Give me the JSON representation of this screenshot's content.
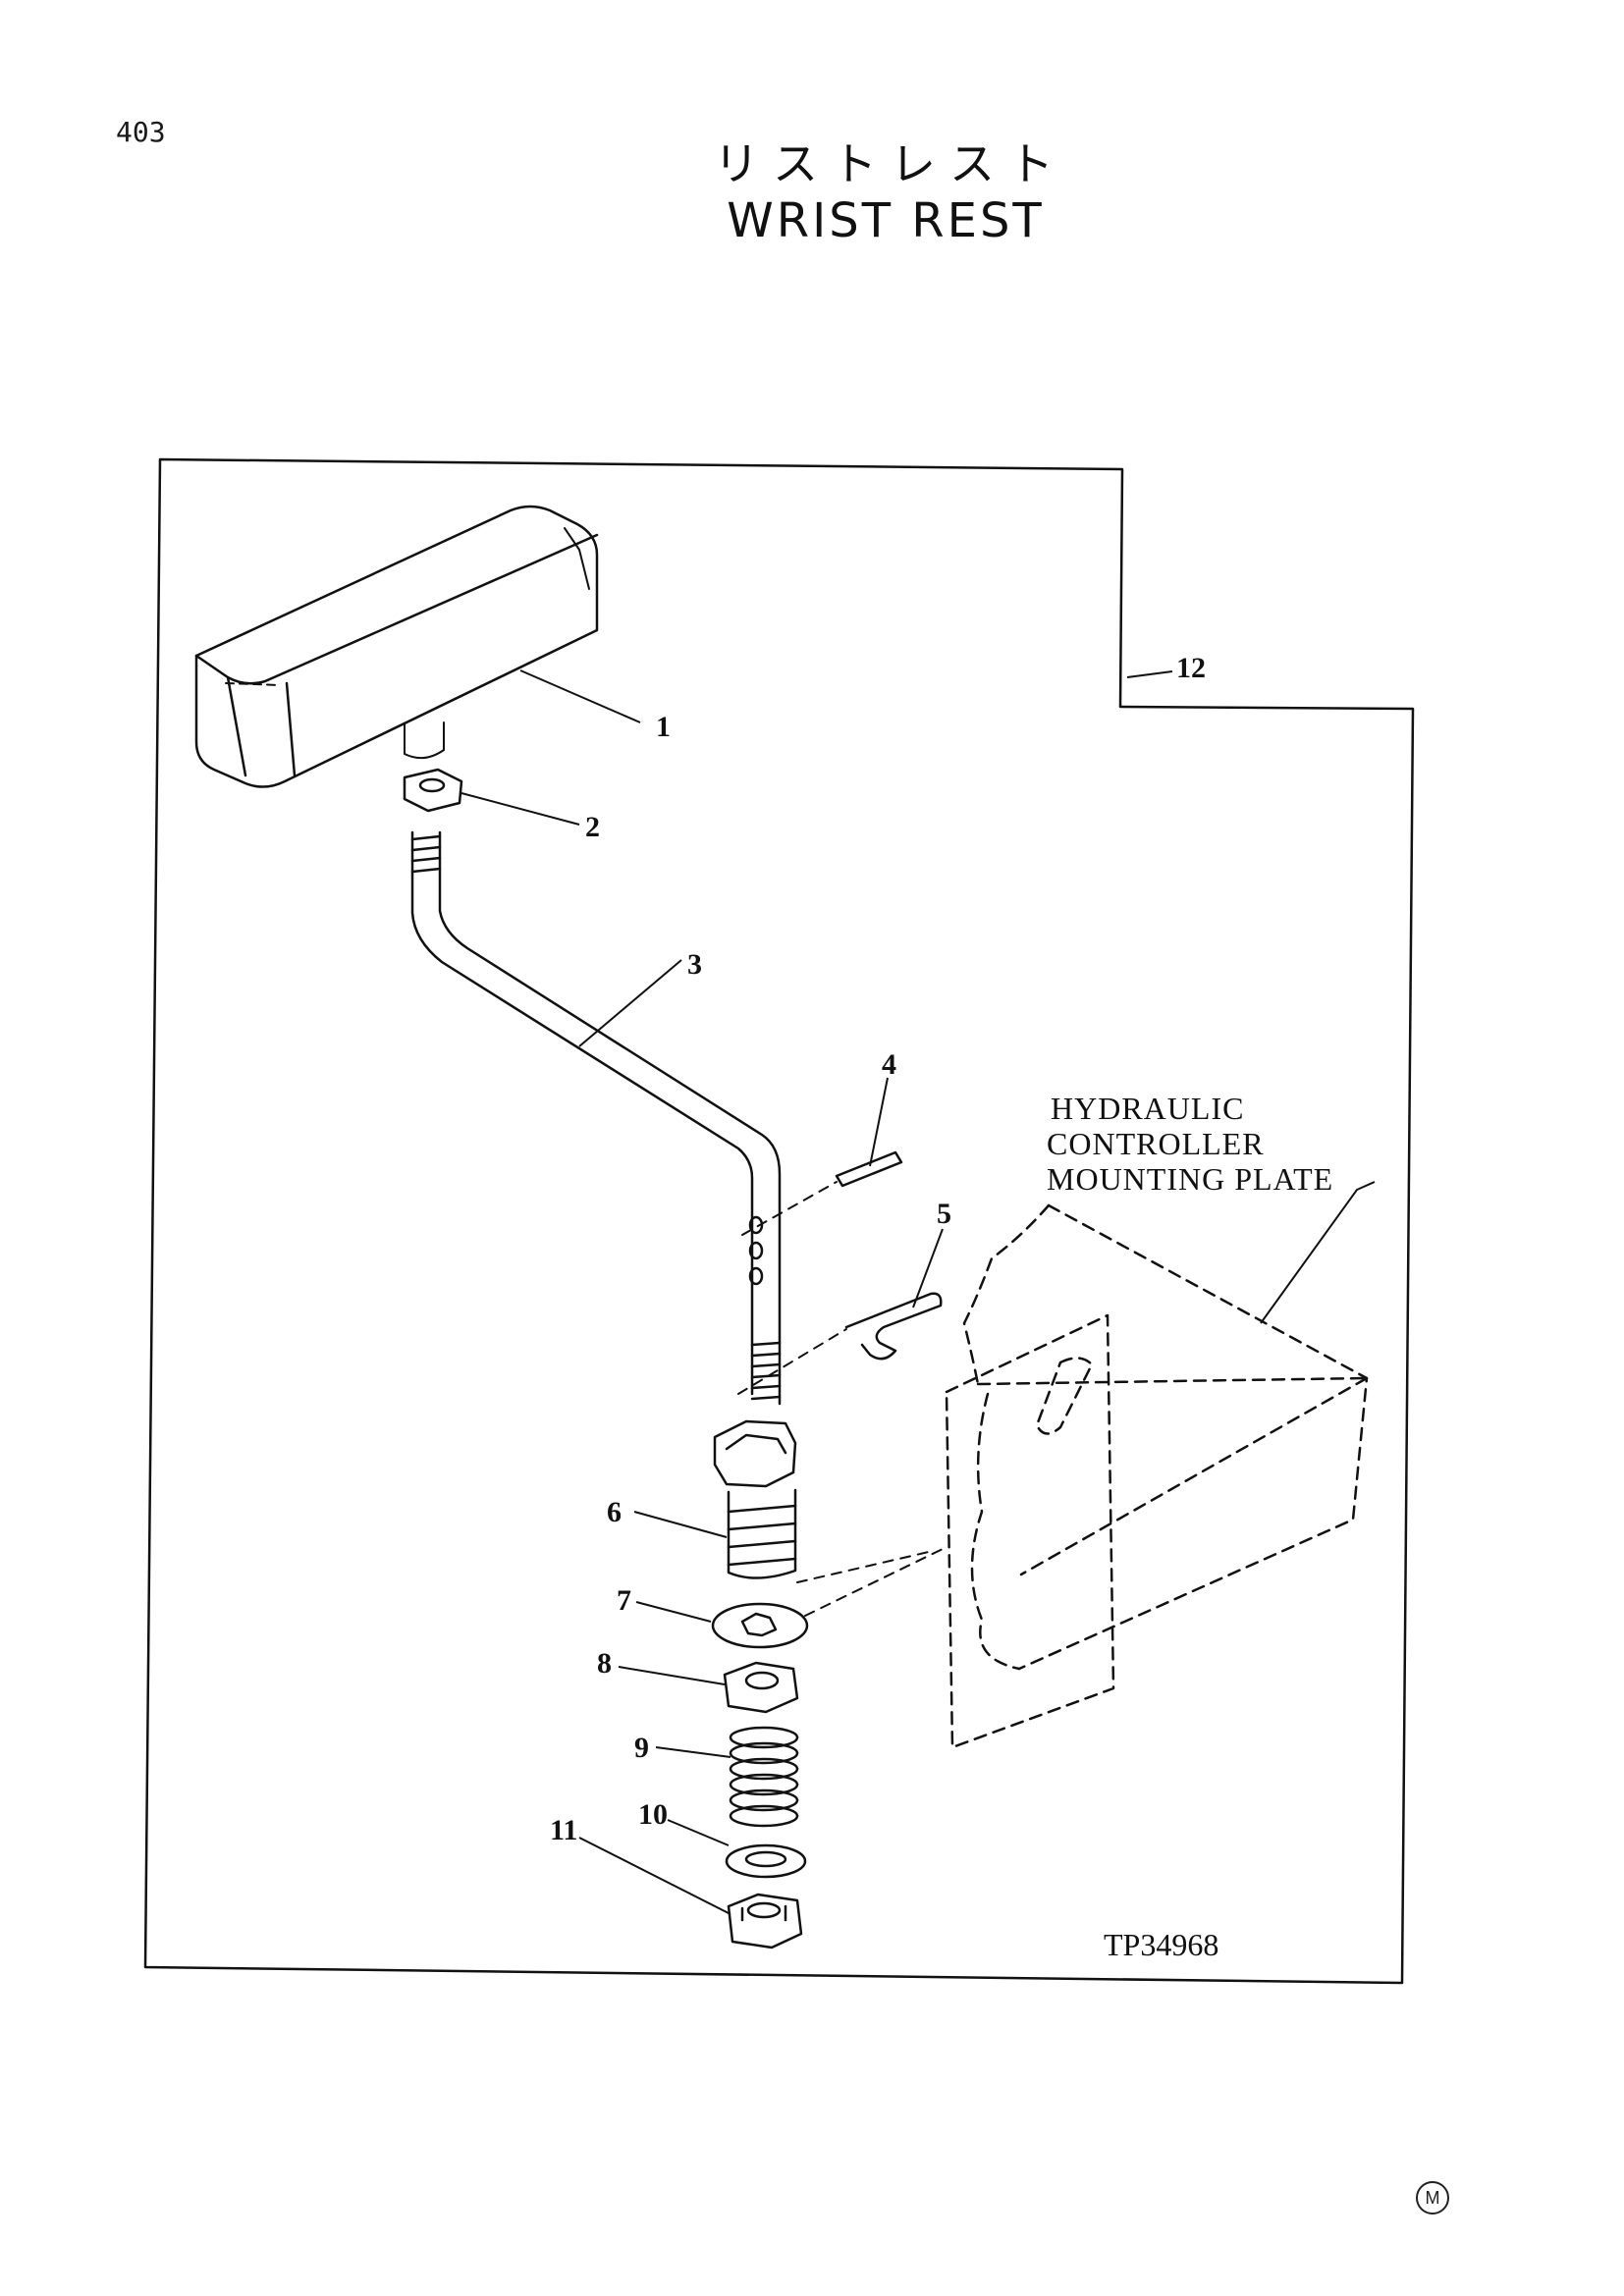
{
  "page": {
    "number": "403",
    "title_jp": "リストレスト",
    "title_en": "WRIST REST"
  },
  "diagram": {
    "callouts": [
      "1",
      "2",
      "3",
      "4",
      "5",
      "6",
      "7",
      "8",
      "9",
      "10",
      "11",
      "12"
    ],
    "annotation": {
      "line1": "HYDRAULIC",
      "line2": "CONTROLLER",
      "line3": "MOUNTING PLATE"
    },
    "figure_code": "TP34968"
  },
  "footer": {
    "mark": "M"
  }
}
